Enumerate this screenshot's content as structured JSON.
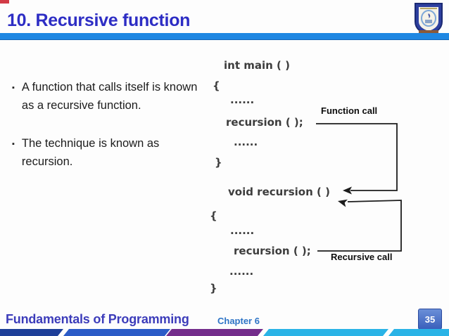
{
  "title": "10. Recursive function",
  "bullets": [
    "A function that calls itself is known as a recursive function.",
    "The technique is known as recursion."
  ],
  "code": {
    "main_lines": [
      "int main ( )",
      "{",
      "......",
      "recursion ( );",
      "......",
      "}"
    ],
    "recursion_lines": [
      "void recursion ( )",
      "{",
      "......",
      "recursion ( );",
      "......",
      "}"
    ]
  },
  "annotations": {
    "function_call": "Function call",
    "recursive_call": "Recursive call"
  },
  "footer": {
    "course": "Fundamentals of Programming",
    "chapter": "Chapter 6",
    "page_number": "35"
  },
  "icons": {
    "logo": "university-crest-shield"
  },
  "colors": {
    "title_text": "#2d2dc4",
    "header_bar": "#1e87e2",
    "code_text": "#3d3d3d",
    "label_text": "#0d0d0d",
    "footer_course_text": "#3c3cba",
    "footer_chapter_text": "#2d74c6",
    "page_badge_bg": "#3f69c0",
    "bar_navy": "#1e3f99",
    "bar_blue": "#2b5bc7",
    "bar_purple": "#742d8c",
    "bar_cyan": "#2ab3e6"
  }
}
